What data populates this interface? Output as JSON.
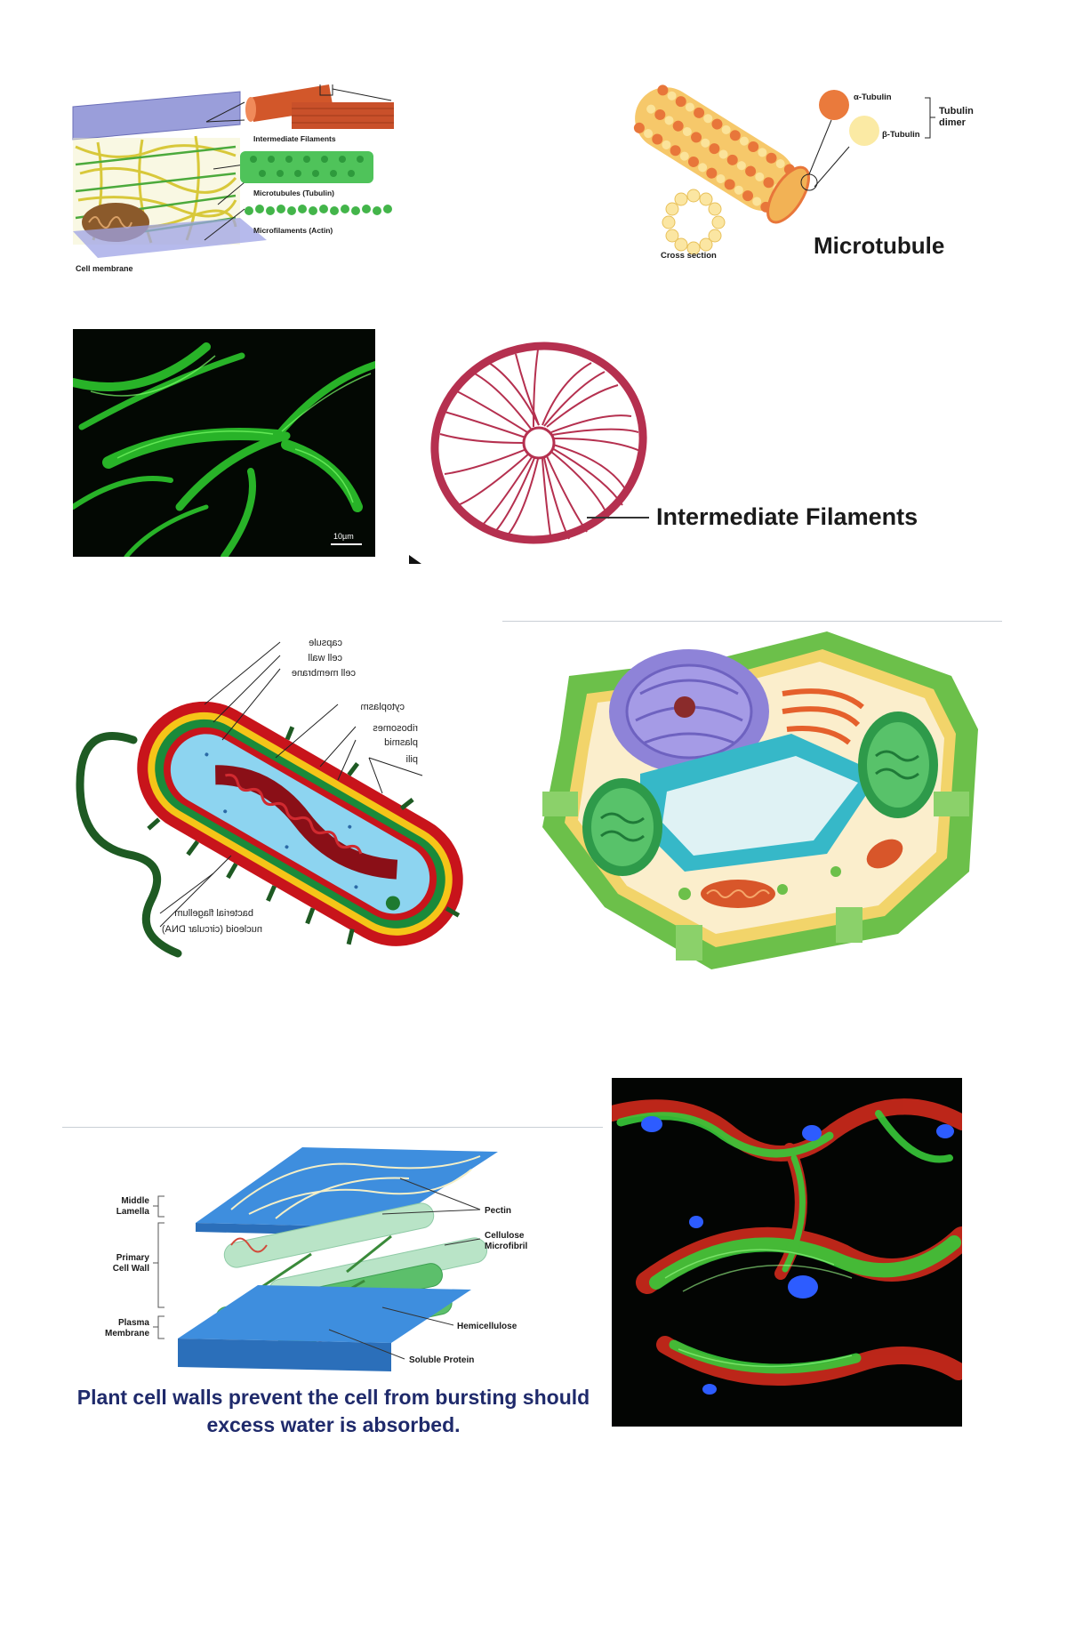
{
  "cytoskeleton": {
    "intermediate_filaments": "Intermediate Filaments",
    "microtubules": "Microtubules (Tubulin)",
    "microfilaments": "Microfilaments (Actin)",
    "cell_membrane": "Cell membrane"
  },
  "microtubule": {
    "title": "Microtubule",
    "alpha": "α-Tubulin",
    "beta": "β-Tubulin",
    "dimer_line1": "Tubulin",
    "dimer_line2": "dimer",
    "cross_section": "Cross section"
  },
  "micrograph_actin": {
    "scale_bar": "10µm"
  },
  "intermediate": {
    "label": "Intermediate Filaments"
  },
  "bacterium": {
    "labels": [
      "capsule",
      "cell wall",
      "cell membrane",
      "cytoplasm",
      "ribosomes",
      "plasmid",
      "pili",
      "bacterial flagellum",
      "nucleoid (circular DNA)"
    ]
  },
  "plant_wall": {
    "middle_lamella": [
      "Middle",
      "Lamella"
    ],
    "primary_wall": [
      "Primary",
      "Cell Wall"
    ],
    "plasma_membrane": [
      "Plasma",
      "Membrane"
    ],
    "pectin": "Pectin",
    "cellulose": [
      "Cellulose",
      "Microfibril"
    ],
    "hemicellulose": "Hemicellulose",
    "soluble_protein": "Soluble Protein",
    "caption_line1": "Plant cell walls prevent the cell from bursting should",
    "caption_line2": "excess water is absorbed."
  },
  "colors": {
    "caption": "#1f2a6b",
    "filament_red": "#b5304f",
    "actin_green": "#2fd12f"
  }
}
